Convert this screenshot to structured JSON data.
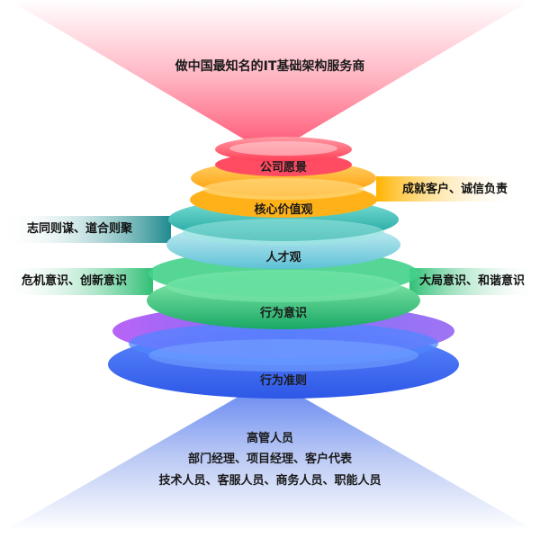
{
  "vision": "做中国最知名的IT基础架构服务商",
  "tiers": [
    {
      "label": "公司愿景",
      "color": "#ff6b7a"
    },
    {
      "label": "核心价值观",
      "color": "#ffb01e"
    },
    {
      "label": "人才观",
      "color": "#2ab9b0"
    },
    {
      "label": "行为意识",
      "color": "#35c07d"
    },
    {
      "label": "行为准则",
      "color": "#3d6cf0"
    }
  ],
  "side_notes": {
    "right_top": "成就客户、诚信负责",
    "left_mid": "志同则谋、道合则聚",
    "left_low": "危机意识、创新意识",
    "right_low": "大局意识、和谐意识"
  },
  "people": [
    "高管人员",
    "部门经理、项目经理、客户代表",
    "技术人员、客服人员、商务人员、职能人员"
  ]
}
